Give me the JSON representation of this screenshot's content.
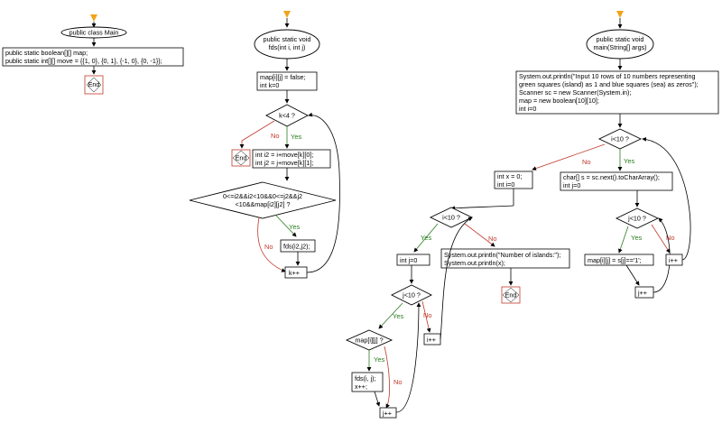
{
  "colors": {
    "start_marker": "#f3a21a",
    "yes": "#2a7d1f",
    "no": "#c0392b",
    "end_border": "#c0392b"
  },
  "flow1": {
    "start": "public class Main",
    "decl_line1": "public static boolean[][] map;",
    "decl_line2": "public static int[][] move = {{1, 0}, {0, 1}, {-1, 0}, {0, -1}};",
    "end": "End"
  },
  "flow2": {
    "start_line1": "public static void",
    "start_line2": "fds(int i, int j)",
    "init_line1": "map[i][j] = false;",
    "init_line2": "int k=0",
    "cond_k": "k<4 ?",
    "no": "No",
    "yes": "Yes",
    "end": "End",
    "calc_line1": "int i2 = i+move[k][0];",
    "calc_line2": "int j2 = j+move[k][1];",
    "cond_bound_line1": "0<=i2&&i2<10&&0<=j2&&j2",
    "cond_bound_line2": "<10&&map[i2][j2] ?",
    "call": "fds(i2,j2);",
    "inc": "k++",
    "yes2": "Yes",
    "no2": "No"
  },
  "flow3": {
    "start_line1": "public static void",
    "start_line2": "main(String[] args)",
    "init_line1": "System.out.println(\"Input 10 rows of 10 numbers representing",
    "init_line2": "green squares (island) as 1 and blue squares (sea) as zeros\");",
    "init_line3": "Scanner sc = new Scanner(System.in);",
    "init_line4": "map = new boolean[10][10];",
    "init_line5": "int i=0",
    "cond_i_main": "i<10 ?",
    "no_main": "No",
    "yes_main": "Yes",
    "x_line1": "int x = 0;",
    "x_line2": "int i=0",
    "chars_line1": "char[] s = sc.next().toCharArray();",
    "chars_line2": "int j=0",
    "cond_i2": "i<10 ?",
    "yes_i2": "Yes",
    "no_i2": "No",
    "cond_j_main": "j<10 ?",
    "yes_j_main": "Yes",
    "no_j_main": "No",
    "ij0": "int j=0",
    "print_line1": "System.out.println(\"Number of islands:\");",
    "print_line2": "System.out.println(x);",
    "end": "End",
    "assign": "map[i][j] = s[j]=='1';",
    "inc_i_main": "i++",
    "inc_j_main": "j++",
    "cond_j2": "j<10 ?",
    "yes_j2": "Yes",
    "no_j2": "No",
    "inc_i2": "i++",
    "cond_map": "map[i][j] ?",
    "yes_map": "Yes",
    "no_map": "No",
    "call_line1": "fds(i, j);",
    "call_line2": "x++;",
    "inc_j2": "j++"
  }
}
